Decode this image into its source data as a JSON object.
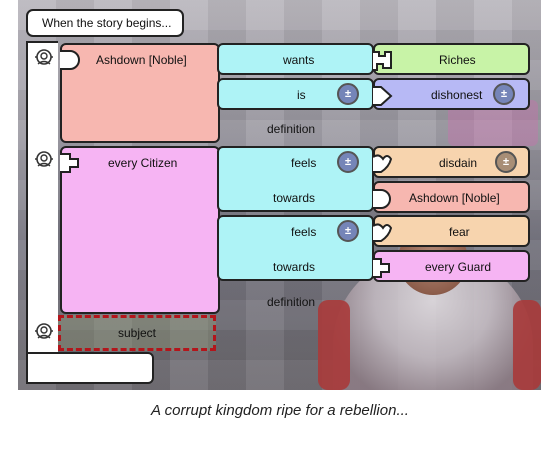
{
  "header": {
    "title": "When the story begins..."
  },
  "scene": {
    "noble": {
      "name": "Ashdown [Noble]",
      "definition": "definition"
    },
    "citizen": {
      "name": "every Citizen",
      "definition": "definition"
    },
    "subject": "subject",
    "relations": [
      {
        "verb": "wants",
        "object": "Riches"
      },
      {
        "verb": "is",
        "object": "dishonest"
      },
      {
        "verb": "feels",
        "object": "disdain",
        "towards": "towards",
        "target": "Ashdown [Noble]"
      },
      {
        "verb": "feels",
        "object": "fear",
        "towards": "towards",
        "target": "every Guard"
      }
    ]
  },
  "caption": "A corrupt kingdom ripe for a rebellion...",
  "colors": {
    "noble": "#f7b7b0",
    "citizen": "#f6b4f3",
    "relation": "#aef3f6",
    "riches": "#c8f3a7",
    "dishonest": "#b7b9f5",
    "emotion": "#f7d4ae",
    "subject_border": "#b3151b"
  },
  "icons": [
    "actor-head-icon",
    "plus-minus-icon",
    "notch-icon"
  ]
}
